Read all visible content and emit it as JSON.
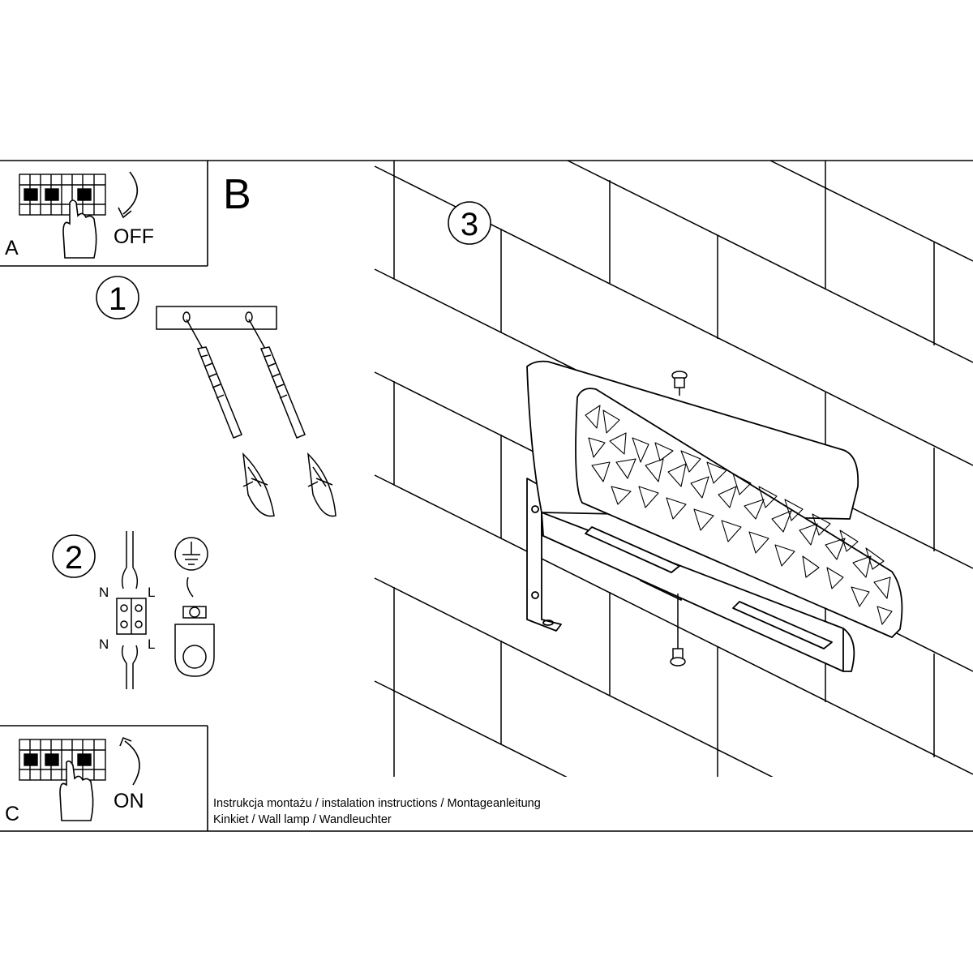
{
  "panel_a": {
    "letter": "A",
    "switch_label": "OFF"
  },
  "panel_b": {
    "letter": "B"
  },
  "panel_c": {
    "letter": "C",
    "switch_label": "ON"
  },
  "steps": {
    "step1": "1",
    "step2": "2",
    "step3": "3"
  },
  "wiring": {
    "n_top": "N",
    "l_top": "L",
    "n_bottom": "N",
    "l_bottom": "L"
  },
  "footer": {
    "line1": "Instrukcja montażu / instalation instructions / Montageanleitung",
    "line2": "Kinkiet / Wall lamp / Wandleuchter"
  }
}
